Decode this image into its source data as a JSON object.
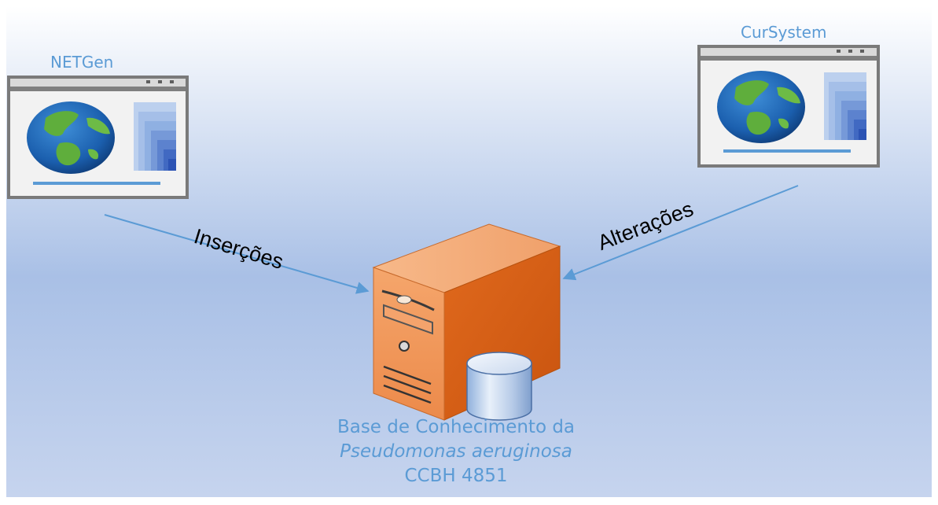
{
  "apps": {
    "left": {
      "title": "NETGen"
    },
    "right": {
      "title": "CurSystem"
    }
  },
  "arrows": {
    "left": {
      "label": "Inserções"
    },
    "right": {
      "label": "Alterações"
    }
  },
  "knowledge_base": {
    "line1": "Base de Conhecimento da",
    "line2": "Pseudomonas aeruginosa",
    "line3": "CCBH 4851"
  },
  "icons": [
    "application-window-icon",
    "globe-icon",
    "server-icon",
    "database-icon"
  ],
  "colors": {
    "label_blue": "#5b9bd5",
    "arrow_blue": "#5b9bd5",
    "server_orange": "#ed7d31",
    "background_top": "#ffffff",
    "background_bottom": "#a7bfe6"
  }
}
